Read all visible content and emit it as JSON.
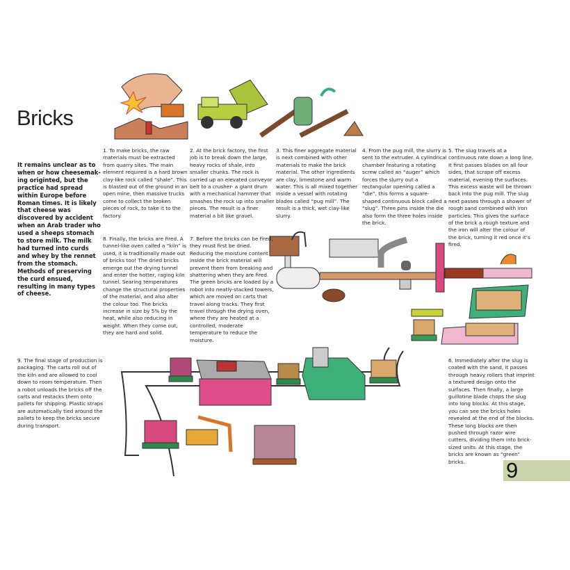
{
  "title": "Bricks",
  "intro": "It remains unclear as to when or how cheesemak- ing originted, but the practice had spread within Europe before Roman times. It is likely that cheese was discovered by accident when an Arab trader who used a sheeps stomach to store milk. The milk had turned into curds and whey by the rennet from the stomach. Methods of preserving the curd ensued, resulting in many types of cheese.",
  "steps": {
    "s1": "1. To make bricks, the raw materials must be extracted from quarry sites. The main element required is a hard brown clay-like rock called “shale”. This is blasted out of the ground in an open mine, then massive trucks come to collect the broken pieces of rock, to take it to the factory.",
    "s2": "2. At the brick factory, the first job is to break down the large, heavy rocks of shale, into smaller chunks. The rock is carried up an elevated conveyor belt to a crusher- a giant drum with a mechanical hammer that smashes the rock up into smaller pieces. The result is a finer material a bit like gravel.",
    "s3": "3. This finer aggregate material is next combined with other materials to make the brick material. The other ingredients are clay, limestone and warm water. This is all mixed together inside a vessel with rotating blades called “pug mill”. The result is a thick, wet clay-like slurry.",
    "s4": "4. From the pug mill, the slurry is sent to the extruder. A cylindrical chamber featuring a rotating screw called an “auger” which forces the slurry out a rectangular opening called a “die”, this forms a square-shaped continuous block called a “slug”. Three pins inside the die also form the three holes inside the brick.",
    "s5": "5. The slug travels at a continuous rate down a long line. It first passes blades on all four sides, that scrape off excess material, evening the surfaces. This excess waste will be thrown back into the pug mill. The slug next passes through a shower of rough sand combined with iron particles. This gives the surface of the brick a rough texture and the iron will alter the colour of the brick, turning it red once it’s fired.",
    "s6": "6. Immediately after the slug is coated with the sand, it passes through heavy rollers that imprint a textured design onto the surfaces. Then finally, a large guillotine blade chops the slug into long blocks. At this stage, you can see the bricks holes revealed at the end of the blocks. These long blocks are then pushed through razor wire cutters, dividing them into brick-sized units. At this stage, the bricks are known as “green” bricks.",
    "s7": "7. Before the bricks can be fired, they must first be dried. Reducing the moisture content inside the brick material will prevent them from breaking and shattering when they are fired. The green bricks are loaded by a robot into neatly-stacked towers, which are moved on carts that travel along tracks. They first travel through the drying oven, where they are heated at a controlled, moderate temperature to reduce the moisture.",
    "s8": "8. Finally, the bricks are fired. A tunnel-like oven called a “kiln” is used, it is traditionally made out of bricks too! The dried bricks emerge out the drying tunnel and enter the hotter, raging kiln tunnel. Searing temperatures change the structural properties of the material, and also alter the colour too. The bricks increase in size by 5% by the heat, while also reducing in weight. When they come out, they are hard and solid.",
    "s9": "9. The final stage of production is packaging. The carts roll out of the kiln and are allowed to cool down to room temperature. Then a robot unloads the bricks off the carts and restacks them onto pallets for shipping. Plastic straps are automatically tied around the pallets to keep the bricks secure during transport."
  },
  "page_number": "9",
  "colors": {
    "page_tab": "#c9d3aa",
    "brick_pink": "#d9487e",
    "dryer_green": "#3db07a",
    "clay_brown": "#b5652f"
  }
}
